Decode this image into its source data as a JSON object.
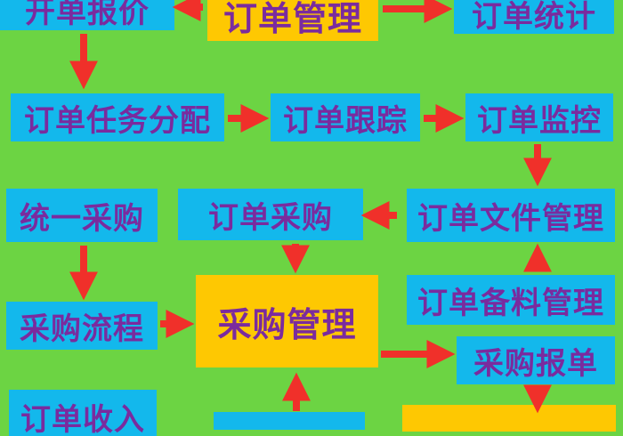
{
  "nodes": {
    "kaidan_baojia": "开单报价",
    "dingdan_guanli": "订单管理",
    "dingdan_tongji": "订单统计",
    "dingdan_renwu_fenpei": "订单任务分配",
    "dingdan_genzong": "订单跟踪",
    "dingdan_jiankong": "订单监控",
    "tongyi_caigou": "统一采购",
    "dingdan_caigou": "订单采购",
    "dingdan_wenjian_guanli": "订单文件管理",
    "caigou_liucheng": "采购流程",
    "caigou_guanli": "采购管理",
    "dingdan_beiliao_guanli": "订单备料管理",
    "caigou_baodan": "采购报单",
    "dingdan_shouru": "订单收入"
  },
  "colors": {
    "background": "#6cd443",
    "box_blue": "#13b8ec",
    "box_yellow": "#fec802",
    "text": "#7a2b9e",
    "arrow": "#f0302a"
  }
}
